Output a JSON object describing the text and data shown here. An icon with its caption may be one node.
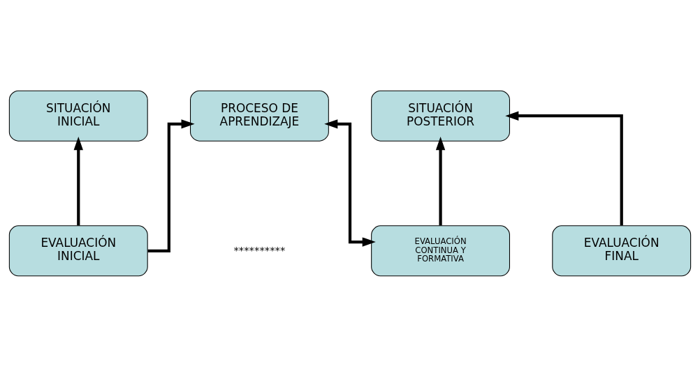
{
  "diagram": {
    "nodes": [
      {
        "text": [
          "SITUACIÓN INICIAL"
        ]
      },
      {
        "text": [
          "PROCESO DE APRENDIZAJE"
        ]
      },
      {
        "text": [
          "SITUACIÓN POSTERIOR"
        ]
      },
      {
        "text": [
          "EVALUACIÓN INICIAL"
        ]
      },
      {
        "text": [
          "EVALUACIÓN CONTINUA Y FORMATIVA"
        ]
      },
      {
        "text": [
          "EVALUACIÓN FINAL"
        ]
      }
    ],
    "edges": [
      {
        "from": 3,
        "to": 0,
        "arrow": "to"
      },
      {
        "from": 3,
        "to": 1,
        "arrow": "to"
      },
      {
        "from": 1,
        "to": 4,
        "arrow": "both"
      },
      {
        "from": 4,
        "to": 2,
        "arrow": "to"
      },
      {
        "from": 5,
        "to": 2,
        "arrow": "to"
      }
    ],
    "labels": [
      "**********"
    ]
  }
}
